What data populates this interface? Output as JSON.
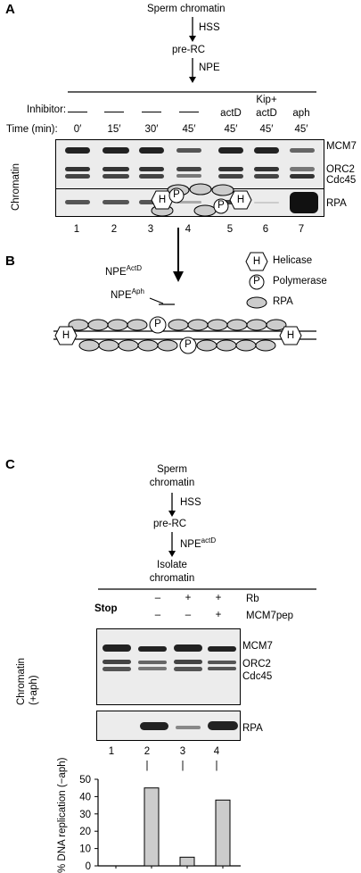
{
  "panelA": {
    "letter": "A",
    "scheme": [
      "Sperm chromatin",
      "HSS",
      "pre-RC",
      "NPE"
    ],
    "inhibitor_label": "Inhibitor:",
    "time_label": "Time (min):",
    "inhibitors": [
      "—",
      "—",
      "—",
      "—",
      "actD",
      "Kip+\nactD",
      "aph"
    ],
    "inhibitor_line1": [
      "",
      "",
      "",
      "",
      "",
      "Kip+",
      ""
    ],
    "inhibitor_line2": [
      "",
      "",
      "",
      "",
      "actD",
      "actD",
      "aph"
    ],
    "times": [
      "0′",
      "15′",
      "30′",
      "45′",
      "45′",
      "45′",
      "45′"
    ],
    "side_label": "Chromatin",
    "bands": [
      "MCM7",
      "ORC2",
      "Cdc45",
      "RPA"
    ],
    "lanes": [
      "1",
      "2",
      "3",
      "4",
      "5",
      "6",
      "7"
    ]
  },
  "panelB": {
    "letter": "B",
    "npe_actd": "NPE",
    "npe_actd_sup": "ActD",
    "npe_aph": "NPE",
    "npe_aph_sup": "Aph",
    "helicase_symbol": "H",
    "polymerase_symbol": "P",
    "legend": [
      "Helicase",
      "Polymerase",
      "RPA"
    ]
  },
  "panelC": {
    "letter": "C",
    "scheme_line1": "Sperm",
    "scheme_line2": "chromatin",
    "hss": "HSS",
    "prerc": "pre-RC",
    "npe": "NPE",
    "npe_sup": "actD",
    "isolate_line1": "Isolate",
    "isolate_line2": "chromatin",
    "stop": "Stop",
    "rb_label": "Rb",
    "mcm_label": "MCM7pep",
    "rb_signs": [
      "–",
      "+",
      "+"
    ],
    "mcm_signs": [
      "–",
      "–",
      "+"
    ],
    "side_label1": "Chromatin",
    "side_label2": "(+aph)",
    "bands": [
      "MCM7",
      "ORC2",
      "Cdc45",
      "RPA"
    ],
    "lanes": [
      "1",
      "2",
      "3",
      "4"
    ],
    "ticks": [
      "|",
      "|",
      "|"
    ]
  },
  "chart_data": {
    "type": "bar",
    "categories": [
      "1",
      "2",
      "3",
      "4"
    ],
    "values": [
      0,
      45,
      5,
      38
    ],
    "ylabel": "% DNA replication (−aph)",
    "ylim": [
      0,
      50
    ],
    "yticks": [
      "0",
      "10",
      "20",
      "30",
      "40",
      "50"
    ]
  }
}
